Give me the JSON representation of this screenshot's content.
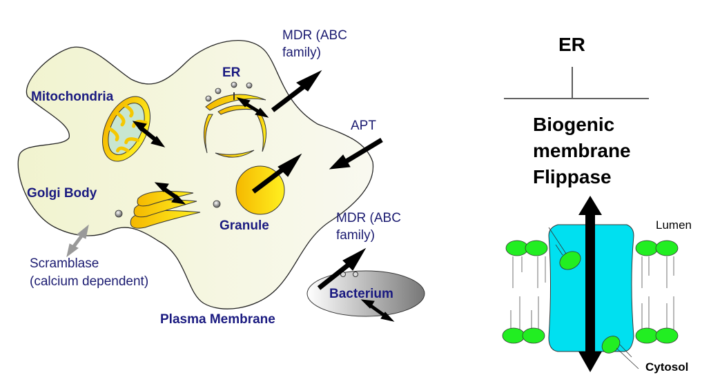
{
  "left_panel": {
    "labels": {
      "mitochondria": "Mitochondria",
      "er": "ER",
      "golgi": "Golgi Body",
      "granule": "Granule",
      "mdr_top_line1": "MDR (ABC",
      "mdr_top_line2": "family)",
      "apt": "APT",
      "mdr_bottom_line1": "MDR (ABC",
      "mdr_bottom_line2": "family)",
      "scramblase_line1": "Scramblase",
      "scramblase_line2": "(calcium dependent)",
      "bacterium": "Bacterium",
      "plasma_membrane": "Plasma Membrane"
    },
    "colors": {
      "cell_fill": "#f4f5dc",
      "organelle": "#f5c800",
      "mito_inner": "#c8e6d0",
      "label": "#1a1a80",
      "scramblase_arrow": "#999999"
    }
  },
  "right_panel": {
    "title": "ER",
    "subtitle_line1": "Biogenic",
    "subtitle_line2": "membrane",
    "subtitle_line3": "Flippase",
    "lumen_label": "Lumen",
    "cytosol_label": "Cytosol",
    "colors": {
      "protein": "#00e0f0",
      "lipid_head": "#22ee22"
    }
  }
}
